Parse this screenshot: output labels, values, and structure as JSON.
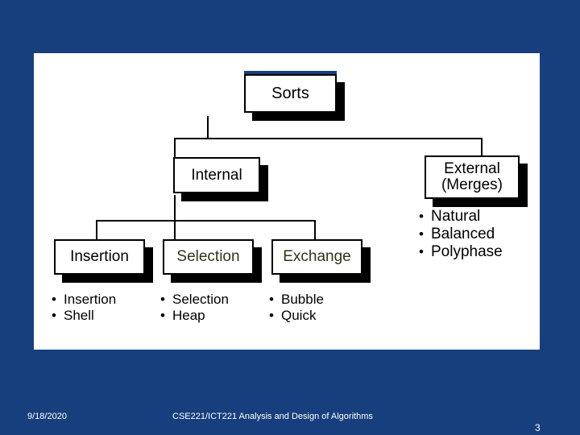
{
  "slide": {
    "background_color": "#173f7d",
    "panel_color": "#ffffff",
    "accent_color": "#173f7d",
    "highlight_text_color": "#33331a"
  },
  "diagram": {
    "title_node": {
      "label": "Sorts"
    },
    "level2": [
      {
        "label": "Internal"
      },
      {
        "label_line1": "External",
        "label_line2": "(Merges)"
      }
    ],
    "level3": [
      {
        "label": "Insertion",
        "highlighted": false
      },
      {
        "label": "Selection",
        "highlighted": true
      },
      {
        "label": "Exchange",
        "highlighted": true
      }
    ],
    "lists": {
      "external": {
        "bullet": "•",
        "items": [
          "Natural",
          "Balanced",
          "Polyphase"
        ]
      },
      "insertion": {
        "bullet": "•",
        "items": [
          "Insertion",
          "Shell"
        ]
      },
      "selection": {
        "bullet": "•",
        "items": [
          "Selection",
          "Heap"
        ]
      },
      "exchange": {
        "bullet": "•",
        "items": [
          "Bubble",
          "Quick"
        ]
      }
    }
  },
  "footer": {
    "date": "9/18/2020",
    "course": "CSE221/ICT221 Analysis and Design of Algorithms",
    "page_number": "3"
  }
}
